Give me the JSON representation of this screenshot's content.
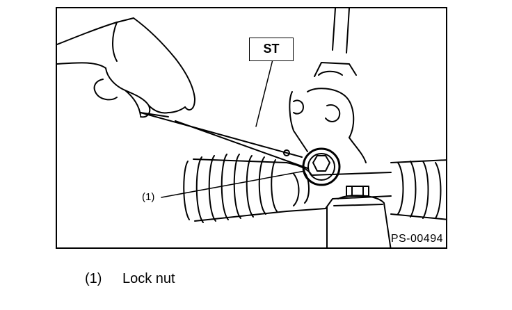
{
  "figure": {
    "tool_label": "ST",
    "callout": "(1)",
    "figure_id": "PS-00494"
  },
  "legend": {
    "items": [
      {
        "number": "(1)",
        "label": "Lock nut"
      }
    ]
  }
}
